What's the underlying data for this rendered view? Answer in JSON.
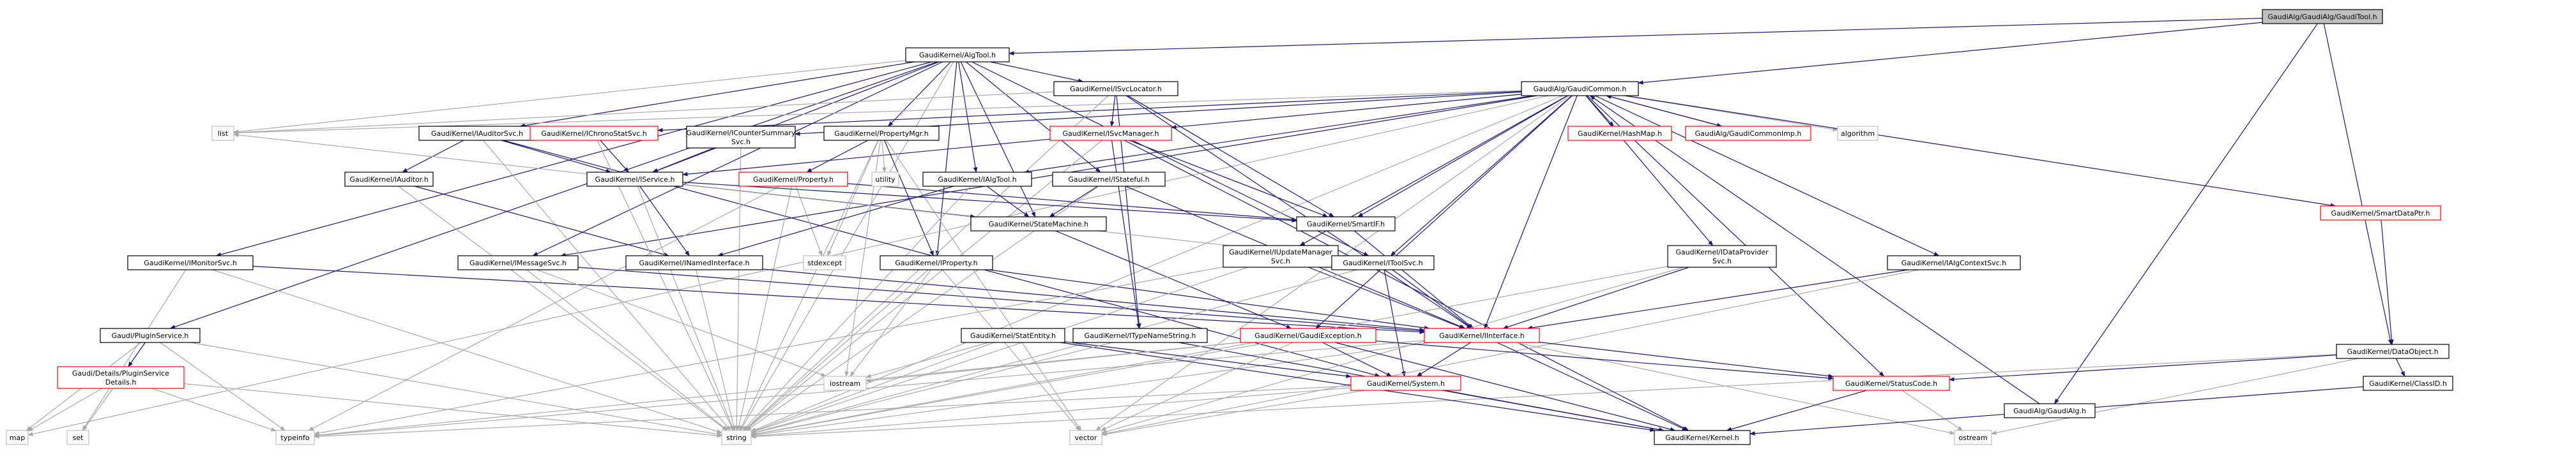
{
  "colors": {
    "background": "#ffffff",
    "node_fill": "#ffffff",
    "node_border_normal": "#000000",
    "node_border_error": "#ff0000",
    "node_border_none": "#bfbfbf",
    "root_fill": "#bfbfbf",
    "edge": "#191970",
    "edge_system": "#a9a9a9"
  },
  "nodes": [
    {
      "id": "GaudiTool",
      "lines": [
        "GaudiAlg/GaudiAlg/GaudiTool.h"
      ],
      "style": "root"
    },
    {
      "id": "AlgTool",
      "lines": [
        "GaudiKernel/AlgTool.h"
      ],
      "style": "normal"
    },
    {
      "id": "GaudiCommon",
      "lines": [
        "GaudiAlg/GaudiCommon.h"
      ],
      "style": "normal"
    },
    {
      "id": "DataObject",
      "lines": [
        "GaudiKernel/DataObject.h"
      ],
      "style": "normal"
    },
    {
      "id": "GaudiAlgH",
      "lines": [
        "GaudiAlg/GaudiAlg.h"
      ],
      "style": "normal"
    },
    {
      "id": "SvcLocator",
      "lines": [
        "GaudiKernel/ISvcLocator.h"
      ],
      "style": "normal"
    },
    {
      "id": "list",
      "lines": [
        "list"
      ],
      "style": "none"
    },
    {
      "id": "IAuditorSvc",
      "lines": [
        "GaudiKernel/IAuditorSvc.h"
      ],
      "style": "normal"
    },
    {
      "id": "IChronoStatSvc",
      "lines": [
        "GaudiKernel/IChronoStatSvc.h"
      ],
      "style": "error"
    },
    {
      "id": "ICounterSummarySvc",
      "lines": [
        "GaudiKernel/ICounterSummary",
        "Svc.h"
      ],
      "style": "normal"
    },
    {
      "id": "PropertyMgr",
      "lines": [
        "GaudiKernel/PropertyMgr.h"
      ],
      "style": "normal"
    },
    {
      "id": "ISvcManager",
      "lines": [
        "GaudiKernel/ISvcManager.h"
      ],
      "style": "error"
    },
    {
      "id": "HashMap",
      "lines": [
        "GaudiKernel/HashMap.h"
      ],
      "style": "error"
    },
    {
      "id": "GaudiCommonImp",
      "lines": [
        "GaudiAlg/GaudiCommonImp.h"
      ],
      "style": "error"
    },
    {
      "id": "algorithm",
      "lines": [
        "algorithm"
      ],
      "style": "none"
    },
    {
      "id": "SmartDataPtr",
      "lines": [
        "GaudiKernel/SmartDataPtr.h"
      ],
      "style": "error"
    },
    {
      "id": "IAuditor",
      "lines": [
        "GaudiKernel/IAuditor.h"
      ],
      "style": "normal"
    },
    {
      "id": "IService",
      "lines": [
        "GaudiKernel/IService.h"
      ],
      "style": "normal"
    },
    {
      "id": "Property",
      "lines": [
        "GaudiKernel/Property.h"
      ],
      "style": "error"
    },
    {
      "id": "utility",
      "lines": [
        "utility"
      ],
      "style": "none"
    },
    {
      "id": "IAlgTool",
      "lines": [
        "GaudiKernel/IAlgTool.h"
      ],
      "style": "normal"
    },
    {
      "id": "IStateful",
      "lines": [
        "GaudiKernel/IStateful.h"
      ],
      "style": "normal"
    },
    {
      "id": "SmartIF",
      "lines": [
        "GaudiKernel/SmartIF.h"
      ],
      "style": "normal"
    },
    {
      "id": "IMonitorSvc",
      "lines": [
        "GaudiKernel/IMonitorSvc.h"
      ],
      "style": "normal"
    },
    {
      "id": "IMessageSvc",
      "lines": [
        "GaudiKernel/IMessageSvc.h"
      ],
      "style": "normal"
    },
    {
      "id": "INamedInterface",
      "lines": [
        "GaudiKernel/INamedInterface.h"
      ],
      "style": "normal"
    },
    {
      "id": "stdexcept",
      "lines": [
        "stdexcept"
      ],
      "style": "none"
    },
    {
      "id": "IProperty",
      "lines": [
        "GaudiKernel/IProperty.h"
      ],
      "style": "normal"
    },
    {
      "id": "StateMachine",
      "lines": [
        "GaudiKernel/StateMachine.h"
      ],
      "style": "normal"
    },
    {
      "id": "IUpdateManagerSvc",
      "lines": [
        "GaudiKernel/IUpdateManager",
        "Svc.h"
      ],
      "style": "normal"
    },
    {
      "id": "IToolSvc",
      "lines": [
        "GaudiKernel/IToolSvc.h"
      ],
      "style": "normal"
    },
    {
      "id": "IDataProviderSvc",
      "lines": [
        "GaudiKernel/IDataProvider",
        "Svc.h"
      ],
      "style": "normal"
    },
    {
      "id": "IAlgContextSvc",
      "lines": [
        "GaudiKernel/IAlgContextSvc.h"
      ],
      "style": "normal"
    },
    {
      "id": "PluginService",
      "lines": [
        "Gaudi/PluginService.h"
      ],
      "style": "normal"
    },
    {
      "id": "PluginServiceDetails",
      "lines": [
        "Gaudi/Details/PluginService",
        "Details.h"
      ],
      "style": "error"
    },
    {
      "id": "IInterface",
      "lines": [
        "GaudiKernel/IInterface.h"
      ],
      "style": "error"
    },
    {
      "id": "StatEntity",
      "lines": [
        "GaudiKernel/StatEntity.h"
      ],
      "style": "normal"
    },
    {
      "id": "ITypeNameString",
      "lines": [
        "GaudiKernel/ITypeNameString.h"
      ],
      "style": "normal"
    },
    {
      "id": "GaudiException",
      "lines": [
        "GaudiKernel/GaudiException.h"
      ],
      "style": "error"
    },
    {
      "id": "iostream",
      "lines": [
        "iostream"
      ],
      "style": "none"
    },
    {
      "id": "System",
      "lines": [
        "GaudiKernel/System.h"
      ],
      "style": "error"
    },
    {
      "id": "StatusCode",
      "lines": [
        "GaudiKernel/StatusCode.h"
      ],
      "style": "error"
    },
    {
      "id": "ClassID",
      "lines": [
        "GaudiKernel/ClassID.h"
      ],
      "style": "normal"
    },
    {
      "id": "map",
      "lines": [
        "map"
      ],
      "style": "none"
    },
    {
      "id": "set",
      "lines": [
        "set"
      ],
      "style": "none"
    },
    {
      "id": "typeinfo",
      "lines": [
        "typeinfo"
      ],
      "style": "none"
    },
    {
      "id": "string",
      "lines": [
        "string"
      ],
      "style": "none"
    },
    {
      "id": "vector",
      "lines": [
        "vector"
      ],
      "style": "none"
    },
    {
      "id": "Kernel",
      "lines": [
        "GaudiKernel/Kernel.h"
      ],
      "style": "normal"
    },
    {
      "id": "ostream",
      "lines": [
        "ostream"
      ],
      "style": "none"
    }
  ],
  "edges": [
    [
      "GaudiTool",
      "AlgTool"
    ],
    [
      "GaudiTool",
      "GaudiCommon"
    ],
    [
      "GaudiTool",
      "DataObject"
    ],
    [
      "GaudiTool",
      "GaudiAlgH"
    ],
    [
      "AlgTool",
      "SvcLocator"
    ],
    [
      "AlgTool",
      "list"
    ],
    [
      "AlgTool",
      "IAuditorSvc"
    ],
    [
      "AlgTool",
      "PropertyMgr"
    ],
    [
      "AlgTool",
      "IAlgTool"
    ],
    [
      "AlgTool",
      "IStateful"
    ],
    [
      "AlgTool",
      "IService"
    ],
    [
      "AlgTool",
      "IMonitorSvc"
    ],
    [
      "AlgTool",
      "IMessageSvc"
    ],
    [
      "AlgTool",
      "PluginService"
    ],
    [
      "AlgTool",
      "IToolSvc"
    ],
    [
      "AlgTool",
      "IProperty"
    ],
    [
      "AlgTool",
      "string"
    ],
    [
      "AlgTool",
      "StateMachine"
    ],
    [
      "GaudiCommon",
      "map"
    ],
    [
      "GaudiCommon",
      "list"
    ],
    [
      "GaudiCommon",
      "IChronoStatSvc"
    ],
    [
      "GaudiCommon",
      "ICounterSummarySvc"
    ],
    [
      "GaudiCommon",
      "ISvcManager"
    ],
    [
      "GaudiCommon",
      "HashMap"
    ],
    [
      "GaudiCommon",
      "GaudiCommonImp"
    ],
    [
      "GaudiCommon",
      "algorithm"
    ],
    [
      "GaudiCommon",
      "SmartDataPtr"
    ],
    [
      "GaudiCommon",
      "IUpdateManagerSvc"
    ],
    [
      "GaudiCommon",
      "IToolSvc"
    ],
    [
      "GaudiCommon",
      "IDataProviderSvc"
    ],
    [
      "GaudiCommon",
      "IAlgContextSvc"
    ],
    [
      "GaudiCommon",
      "IMessageSvc"
    ],
    [
      "GaudiCommon",
      "StatusCode"
    ],
    [
      "GaudiCommon",
      "vector"
    ],
    [
      "GaudiCommon",
      "string"
    ],
    [
      "GaudiCommon",
      "IAlgTool"
    ],
    [
      "GaudiCommon",
      "SmartIF"
    ],
    [
      "GaudiCommon",
      "IInterface"
    ],
    [
      "GaudiCommon",
      "GaudiException"
    ],
    [
      "GaudiCommonImp",
      "GaudiCommon"
    ],
    [
      "GaudiAlgH",
      "GaudiCommon"
    ],
    [
      "DataObject",
      "StatusCode"
    ],
    [
      "DataObject",
      "ClassID"
    ],
    [
      "DataObject",
      "ostream"
    ],
    [
      "DataObject",
      "string"
    ],
    [
      "SmartDataPtr",
      "DataObject"
    ],
    [
      "SvcLocator",
      "ISvcManager"
    ],
    [
      "SvcLocator",
      "IInterface"
    ],
    [
      "SvcLocator",
      "SmartIF"
    ],
    [
      "SvcLocator",
      "ITypeNameString"
    ],
    [
      "SvcLocator",
      "string"
    ],
    [
      "SvcLocator",
      "list"
    ],
    [
      "IAuditorSvc",
      "IService"
    ],
    [
      "IAuditorSvc",
      "IAuditor"
    ],
    [
      "IAuditorSvc",
      "string"
    ],
    [
      "IAuditorSvc",
      "System"
    ],
    [
      "IAuditor",
      "INamedInterface"
    ],
    [
      "IAuditor",
      "string"
    ],
    [
      "IChronoStatSvc",
      "IService"
    ],
    [
      "IChronoStatSvc",
      "string"
    ],
    [
      "ICounterSummarySvc",
      "IService"
    ],
    [
      "ICounterSummarySvc",
      "string"
    ],
    [
      "ISvcManager",
      "IService"
    ],
    [
      "ISvcManager",
      "ITypeNameString"
    ],
    [
      "ISvcManager",
      "SmartIF"
    ],
    [
      "ISvcManager",
      "Kernel"
    ],
    [
      "ISvcManager",
      "string"
    ],
    [
      "PropertyMgr",
      "Property"
    ],
    [
      "PropertyMgr",
      "IProperty"
    ],
    [
      "PropertyMgr",
      "utility"
    ],
    [
      "PropertyMgr",
      "stdexcept"
    ],
    [
      "PropertyMgr",
      "vector"
    ],
    [
      "PropertyMgr",
      "iostream"
    ],
    [
      "PropertyMgr",
      "string"
    ],
    [
      "Property",
      "string"
    ],
    [
      "Property",
      "stdexcept"
    ],
    [
      "Property",
      "typeinfo"
    ],
    [
      "Property",
      "SmartIF"
    ],
    [
      "IService",
      "INamedInterface"
    ],
    [
      "IService",
      "SmartIF"
    ],
    [
      "IService",
      "StateMachine"
    ],
    [
      "IService",
      "string"
    ],
    [
      "INamedInterface",
      "IInterface"
    ],
    [
      "INamedInterface",
      "string"
    ],
    [
      "IAlgTool",
      "INamedInterface"
    ],
    [
      "IAlgTool",
      "StateMachine"
    ],
    [
      "IAlgTool",
      "string"
    ],
    [
      "IStateful",
      "StateMachine"
    ],
    [
      "IStateful",
      "IInterface"
    ],
    [
      "IStateful",
      "string"
    ],
    [
      "SmartIF",
      "IInterface"
    ],
    [
      "StateMachine",
      "GaudiException"
    ],
    [
      "IMonitorSvc",
      "IInterface"
    ],
    [
      "IMonitorSvc",
      "set"
    ],
    [
      "IMonitorSvc",
      "string"
    ],
    [
      "IMessageSvc",
      "IInterface"
    ],
    [
      "IMessageSvc",
      "string"
    ],
    [
      "IMessageSvc",
      "iostream"
    ],
    [
      "IProperty",
      "IInterface"
    ],
    [
      "IProperty",
      "vector"
    ],
    [
      "IProperty",
      "string"
    ],
    [
      "IProperty",
      "iostream"
    ],
    [
      "IUpdateManagerSvc",
      "IInterface"
    ],
    [
      "IUpdateManagerSvc",
      "string"
    ],
    [
      "IUpdateManagerSvc",
      "typeinfo"
    ],
    [
      "IToolSvc",
      "IInterface"
    ],
    [
      "IToolSvc",
      "System"
    ],
    [
      "IToolSvc",
      "string"
    ],
    [
      "IToolSvc",
      "list"
    ],
    [
      "IDataProviderSvc",
      "IInterface"
    ],
    [
      "IDataProviderSvc",
      "string"
    ],
    [
      "IDataProviderSvc",
      "vector"
    ],
    [
      "IAlgContextSvc",
      "IInterface"
    ],
    [
      "IAlgContextSvc",
      "vector"
    ],
    [
      "PluginService",
      "PluginServiceDetails"
    ],
    [
      "PluginService",
      "string"
    ],
    [
      "PluginService",
      "typeinfo"
    ],
    [
      "PluginService",
      "map"
    ],
    [
      "PluginServiceDetails",
      "map"
    ],
    [
      "PluginServiceDetails",
      "set"
    ],
    [
      "PluginServiceDetails",
      "string"
    ],
    [
      "PluginServiceDetails",
      "typeinfo"
    ],
    [
      "IInterface",
      "System"
    ],
    [
      "IInterface",
      "StatusCode"
    ],
    [
      "IInterface",
      "Kernel"
    ],
    [
      "IInterface",
      "ostream"
    ],
    [
      "IInterface",
      "typeinfo"
    ],
    [
      "IInterface",
      "string"
    ],
    [
      "StatEntity",
      "System"
    ],
    [
      "StatEntity",
      "Kernel"
    ],
    [
      "StatEntity",
      "iostream"
    ],
    [
      "StatEntity",
      "string"
    ],
    [
      "ITypeNameString",
      "string"
    ],
    [
      "ITypeNameString",
      "Kernel"
    ],
    [
      "GaudiException",
      "System"
    ],
    [
      "GaudiException",
      "StatusCode"
    ],
    [
      "GaudiException",
      "Kernel"
    ],
    [
      "GaudiException",
      "string"
    ],
    [
      "GaudiException",
      "iostream"
    ],
    [
      "GaudiException",
      "vector"
    ],
    [
      "GaudiException",
      "typeinfo"
    ],
    [
      "System",
      "Kernel"
    ],
    [
      "System",
      "vector"
    ],
    [
      "System",
      "string"
    ],
    [
      "System",
      "typeinfo"
    ],
    [
      "StatusCode",
      "Kernel"
    ],
    [
      "StatusCode",
      "ostream"
    ],
    [
      "ClassID",
      "Kernel"
    ]
  ]
}
